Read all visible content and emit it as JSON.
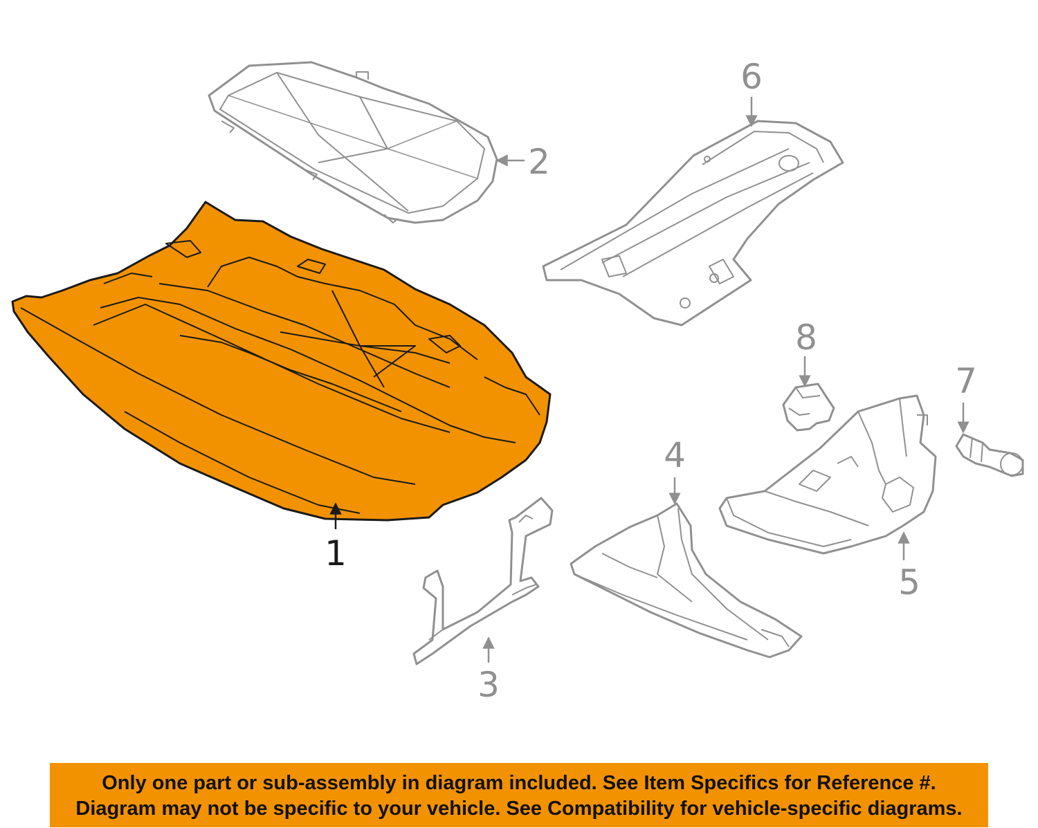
{
  "colors": {
    "highlight": "#f39200",
    "outline": "#909090",
    "highlight_outline": "#1a1a1a",
    "banner": "#f39200",
    "text": "#111111"
  },
  "callouts": {
    "part1": "1",
    "part2": "2",
    "part3": "3",
    "part4": "4",
    "part5": "5",
    "part6": "6",
    "part7": "7",
    "part8": "8"
  },
  "banner": {
    "line1": "Only one part or sub-assembly in diagram included. See Item Specifics for Reference #.",
    "line2": "Diagram may not be specific to your vehicle. See Compatibility for vehicle-specific diagrams."
  }
}
